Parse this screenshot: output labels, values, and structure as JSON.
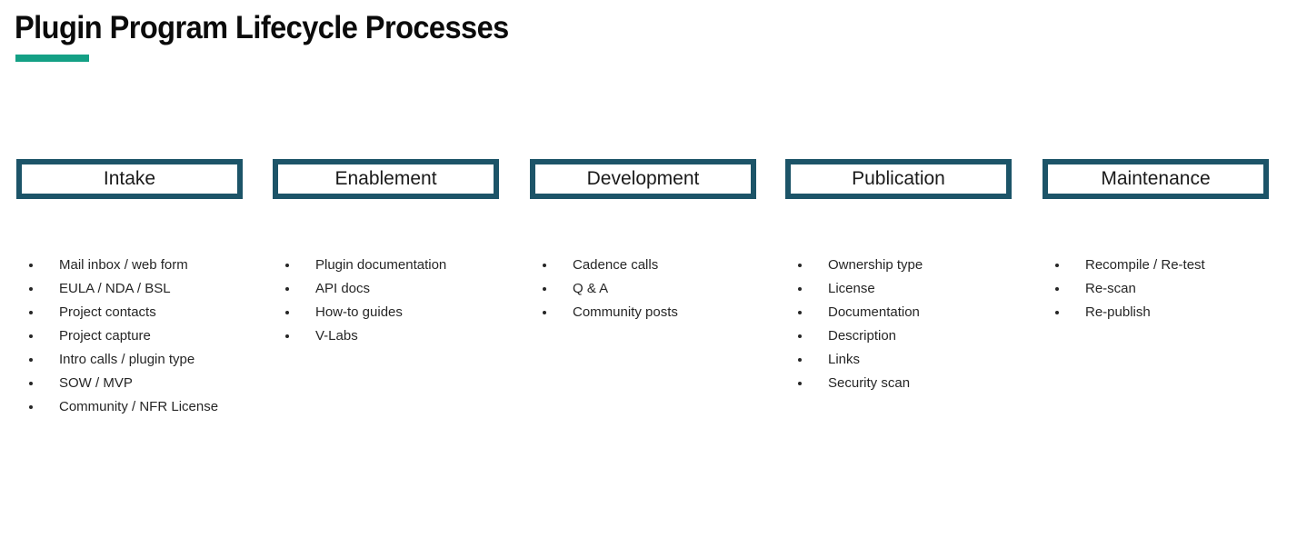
{
  "slide": {
    "title": "Plugin Program Lifecycle Processes",
    "accent_color": "#14a085",
    "background_color": "#ffffff",
    "title_color": "#0b0b0b",
    "box_border_color": "#1c5468",
    "body_text_color": "#262626"
  },
  "phases": [
    {
      "header": "Intake",
      "items": [
        "Mail inbox / web form",
        "EULA / NDA / BSL",
        "Project contacts",
        "Project capture",
        "Intro calls / plugin type",
        "SOW / MVP",
        "Community / NFR License"
      ]
    },
    {
      "header": "Enablement",
      "items": [
        "Plugin documentation",
        "API docs",
        "How-to guides",
        "V-Labs"
      ]
    },
    {
      "header": "Development",
      "items": [
        "Cadence calls",
        "Q & A",
        "Community posts"
      ]
    },
    {
      "header": "Publication",
      "items": [
        "Ownership type",
        "License",
        "Documentation",
        "Description",
        "Links",
        "Security scan"
      ]
    },
    {
      "header": "Maintenance",
      "items": [
        "Recompile / Re-test",
        "Re-scan",
        "Re-publish"
      ]
    }
  ]
}
